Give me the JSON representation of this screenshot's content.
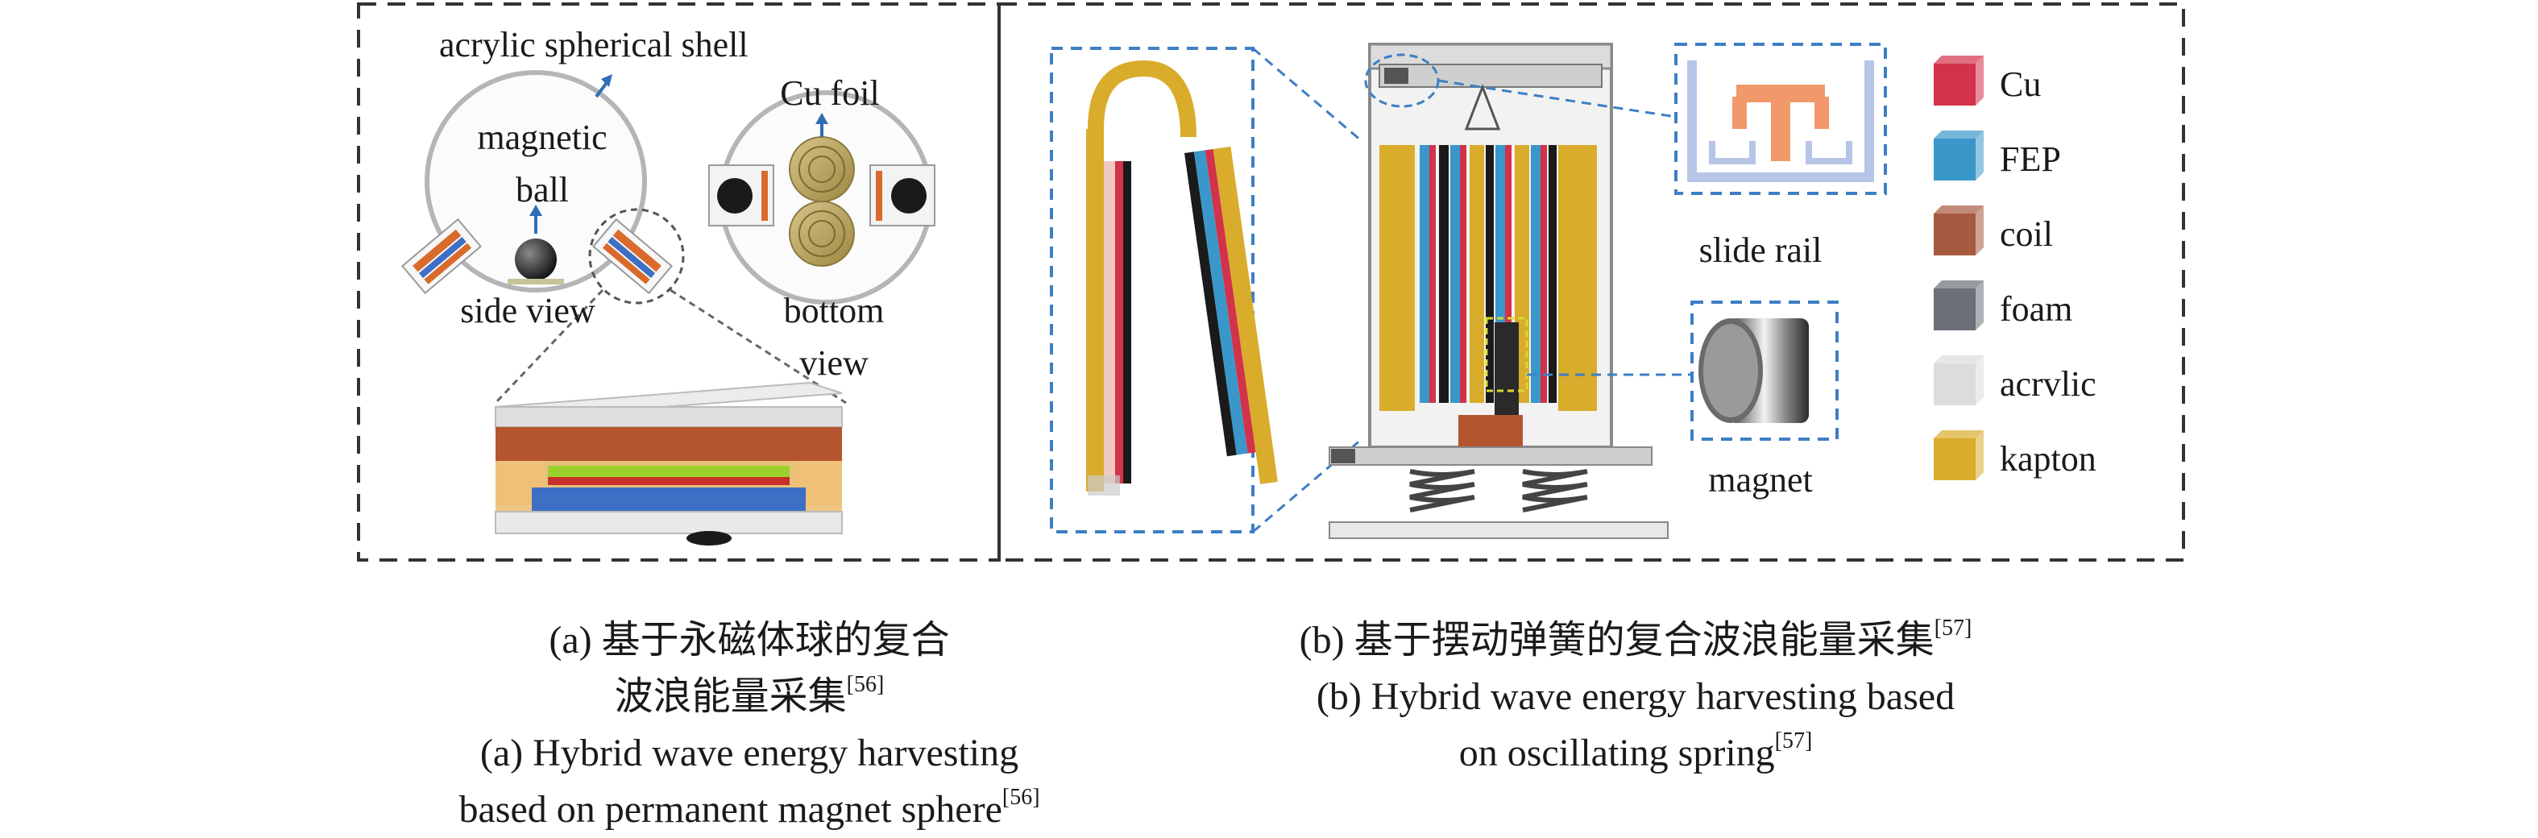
{
  "panel_a": {
    "labels": {
      "shell": "acrylic spherical shell",
      "ball_line1": "magnetic",
      "ball_line2": "ball",
      "cu_foil": "Cu foil",
      "side_view": "side view",
      "bottom_line1": "bottom",
      "bottom_line2": "view"
    }
  },
  "panel_b": {
    "labels": {
      "slide_rail": "slide rail",
      "magnet": "magnet"
    },
    "legend": [
      {
        "name": "Cu",
        "color": "#d2324a"
      },
      {
        "name": "FEP",
        "color": "#3a97c9"
      },
      {
        "name": "coil",
        "color": "#a85a40"
      },
      {
        "name": "foam",
        "color": "#6a6f78"
      },
      {
        "name": "acrvlic",
        "color": "#dcdcdc"
      },
      {
        "name": "kapton",
        "color": "#d9ac2c"
      }
    ]
  },
  "captions": {
    "a": {
      "zh_line1": "(a) 基于永磁体球的复合",
      "zh_line2": "波浪能量采集",
      "zh_ref": "[56]",
      "en_line1": "(a) Hybrid wave energy harvesting",
      "en_line2": "based on permanent magnet sphere",
      "en_ref": "[56]"
    },
    "b": {
      "zh_line1": "(b) 基于摆动弹簧的复合波浪能量采集",
      "zh_ref": "[57]",
      "en_line1": "(b) Hybrid wave energy harvesting based",
      "en_line2": "on oscillating spring",
      "en_ref": "[57]"
    }
  }
}
